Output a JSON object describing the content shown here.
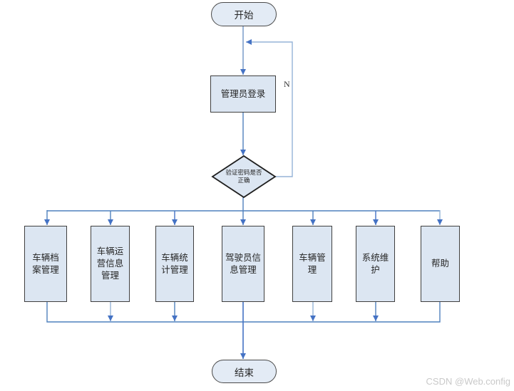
{
  "colors": {
    "shape_fill": "#dce6f2",
    "shape_border": "#3f3f3f",
    "connector_blue": "#4f81bd",
    "connector_light": "#95b3d7",
    "arrowhead": "#4472c4",
    "watermark": "#c9c9c9"
  },
  "flowchart": {
    "start": {
      "label": "开始"
    },
    "login": {
      "label": "管理员登录"
    },
    "decision": {
      "label": "验证密码是否\n正确"
    },
    "loop_label": "N",
    "modules": [
      {
        "label": "车辆档\n案管理"
      },
      {
        "label": "车辆运\n营信息\n管理"
      },
      {
        "label": "车辆统\n计管理"
      },
      {
        "label": "驾驶员信\n息管理"
      },
      {
        "label": "车辆管\n理"
      },
      {
        "label": "系统维\n护"
      },
      {
        "label": "帮助"
      }
    ],
    "end": {
      "label": "结束"
    }
  },
  "watermark": "CSDN @Web.config"
}
